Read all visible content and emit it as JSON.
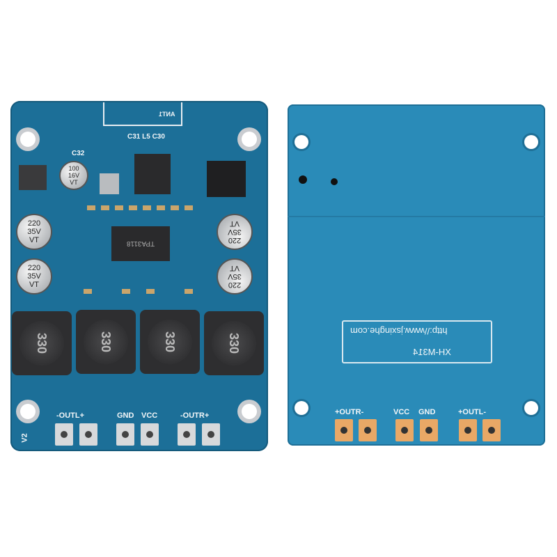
{
  "left_board": {
    "antenna_label": "ANT1",
    "labels_top": "C31  L5  C30",
    "cap_small_label": "C32",
    "cap_small": [
      "100",
      "16V",
      "VT"
    ],
    "caps_large": [
      [
        "220",
        "35V",
        "VT"
      ],
      [
        "220",
        "35V",
        "VT"
      ],
      [
        "220",
        "35V",
        "VT"
      ],
      [
        "220",
        "35V",
        "VT"
      ]
    ],
    "amp_chip": "TPA3118",
    "inductor_value": "330",
    "terminal_labels": [
      "-OUTL+",
      "GND",
      "VCC",
      "-OUTR+"
    ],
    "version": "V2"
  },
  "right_board": {
    "url": "http://www.jsxinghe.com",
    "model": "XH-M314",
    "terminal_labels": [
      "+OUTR-",
      "VCC",
      "GND",
      "+OUTL-"
    ]
  }
}
